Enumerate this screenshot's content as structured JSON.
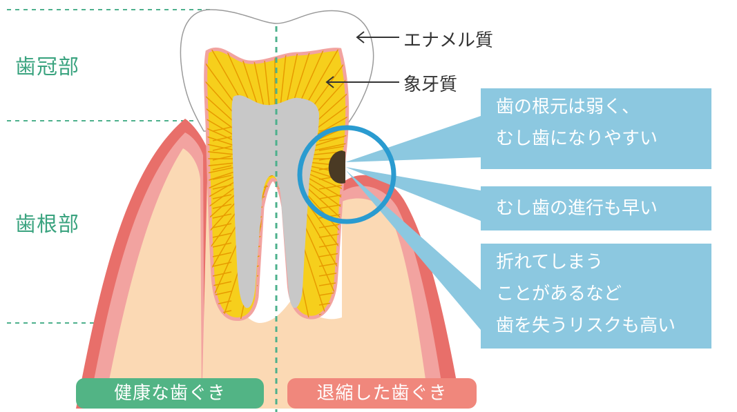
{
  "regions": {
    "crown": "歯冠部",
    "root": "歯根部"
  },
  "layers": {
    "enamel": "エナメル質",
    "dentin": "象牙質"
  },
  "callouts": [
    {
      "lines": [
        "歯の根元は弱く、",
        "むし歯になりやすい"
      ]
    },
    {
      "lines": [
        "むし歯の進行も早い"
      ]
    },
    {
      "lines": [
        "折れてしまう",
        "ことがあるなど",
        "歯を失うリスクも高い"
      ]
    }
  ],
  "tags": {
    "healthy": "健康な歯ぐき",
    "receded": "退縮した歯ぐき"
  },
  "colors": {
    "region_text": "#3aa37f",
    "guide_line": "#4db08c",
    "gum_outer": "#e86f6a",
    "gum_mid": "#f2a3a0",
    "bone": "#fbd9b4",
    "dentin": "#f6cf1c",
    "dentin_lines": "#e79a00",
    "pulp": "#c8c8c8",
    "enamel_outline": "#9a9a9a",
    "callout_bg": "#8cc8e0",
    "ring": "#2a9bd0",
    "cavity": "#4a3a24",
    "tag_healthy": "#52b485",
    "tag_receded": "#f0877c"
  }
}
